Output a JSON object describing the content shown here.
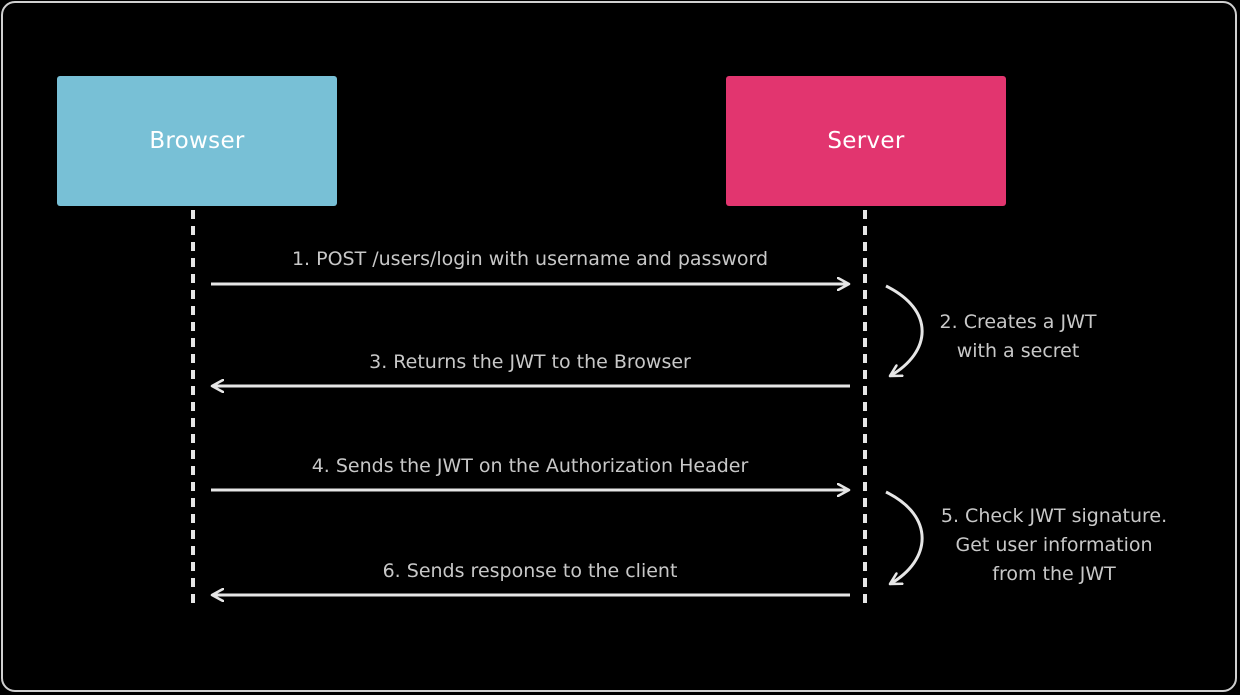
{
  "colors": {
    "browser": "#78c0d6",
    "server": "#e2356f",
    "line": "#e6e6e6",
    "text": "#c8c8c8"
  },
  "actors": {
    "browser": "Browser",
    "server": "Server"
  },
  "messages": [
    {
      "label": "1. POST /users/login with username and password",
      "direction": "right"
    },
    {
      "label": "3. Returns the JWT to the Browser",
      "direction": "left"
    },
    {
      "label": "4. Sends the JWT on the Authorization Header",
      "direction": "right"
    },
    {
      "label": "6. Sends response to the client",
      "direction": "left"
    }
  ],
  "notes": [
    {
      "lines": [
        "2. Creates a JWT",
        "with a secret"
      ]
    },
    {
      "lines": [
        "5. Check JWT signature.",
        "Get user information",
        "from the JWT"
      ]
    }
  ]
}
